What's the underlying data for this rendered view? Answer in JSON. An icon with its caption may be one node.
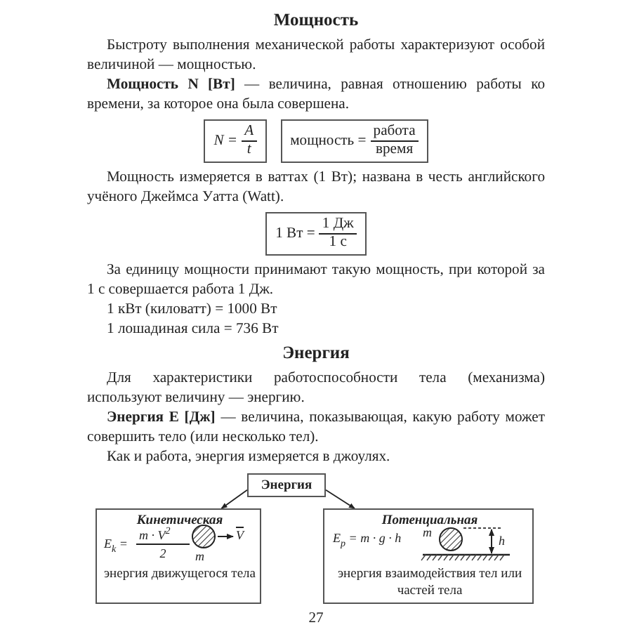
{
  "diagram": {
    "title": "Мощность",
    "nodes": [
      {
        "text": [
          "N =",
          "A",
          "t"
        ]
      },
      {
        "text": [
          "мощность =",
          "работа",
          "время"
        ]
      },
      {
        "text": [
          "1 Вт =",
          "1 Дж",
          "1 с"
        ]
      },
      {
        "text": [
          "Энергия"
        ]
      },
      {
        "text": [
          "Кинетическая",
          "E$_{k}$ =",
          "m · V$^{2}$",
          "2",
          "m",
          "V",
          "энергия движущегося тела"
        ]
      },
      {
        "text": [
          "Потенциальная",
          "E$_{p}$ = m · g · h",
          "m",
          "h",
          "энергия взаимодействия тел или частей тела"
        ]
      }
    ],
    "edges": [
      {
        "from": 3,
        "to": 4,
        "arrow": "to"
      },
      {
        "from": 3,
        "to": 5,
        "arrow": "to"
      }
    ],
    "labels": [
      "Быстроту выполнения механической работы характеризуют особой величиной — мощностью.",
      "**Мощность N [Вт]** — величина, равная отношению работы ко времени, за которое она была совершена.",
      "Мощность измеряется в ваттах (1 Вт); названа в честь английского учёного Джеймса Уатта (Watt).",
      "За единицу мощности принимают такую мощность, при которой за 1 с совершается работа 1 Дж.",
      "1 кВт (киловатт) = 1000 Вт",
      "1 лошадиная сила = 736 Вт",
      "Энергия",
      "Для характеристики работоспособности тела (механизма) используют величину — энергию.",
      "**Энергия E [Дж]** — величина, показывающая, какую работу может совершить тело (или несколько тел).",
      "Как и работа, энергия измеряется в джоулях.",
      "27"
    ]
  }
}
